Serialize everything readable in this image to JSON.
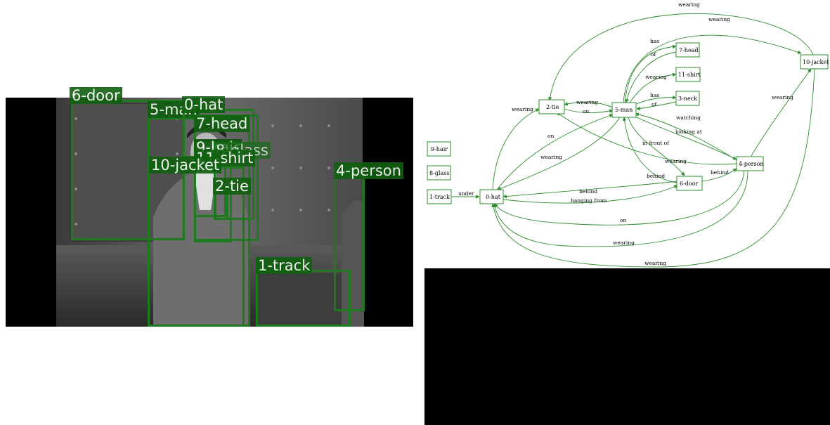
{
  "photo": {
    "boxes": [
      {
        "id": "box-6-door",
        "label": "6-door"
      },
      {
        "id": "box-5-man",
        "label": "5-man"
      },
      {
        "id": "box-0-hat",
        "label": "0-hat"
      },
      {
        "id": "box-7-head",
        "label": "7-head"
      },
      {
        "id": "box-9-hair",
        "label": "9-hair"
      },
      {
        "id": "box-8-glass",
        "label": "8-glass"
      },
      {
        "id": "box-11-shirt",
        "label": "11-shirt"
      },
      {
        "id": "box-10-jacket",
        "label": "10-jacket"
      },
      {
        "id": "box-2-tie",
        "label": "2-tie"
      },
      {
        "id": "box-4-person",
        "label": "4-person"
      },
      {
        "id": "box-1-track",
        "label": "1-track"
      }
    ]
  },
  "graph": {
    "nodes": {
      "n0": "0-hat",
      "n1": "1-track",
      "n2": "2-tie",
      "n3": "3-neck",
      "n4": "4-person",
      "n5": "5-man",
      "n6": "6-door",
      "n7": "7-head",
      "n8": "8-glass",
      "n9": "9-hair",
      "n10": "10-jacket",
      "n11": "11-shirt"
    },
    "edges": {
      "e1": "wearing",
      "e2": "wearing",
      "e3": "has",
      "e4": "of",
      "e5": "wearing",
      "e6": "has",
      "e7": "of",
      "e8": "wearing",
      "e9": "on",
      "e10": "watching",
      "e11": "looking at",
      "e12": "wearing",
      "e13": "on",
      "e14": "wearing",
      "e15": "in front of",
      "e16": "wearing",
      "e17": "behind",
      "e18": "behind",
      "e19": "under",
      "e20": "behind",
      "e21": "hanging from",
      "e22": "on",
      "e23": "wearing",
      "e24": "wearing",
      "e25": "wearing"
    }
  }
}
